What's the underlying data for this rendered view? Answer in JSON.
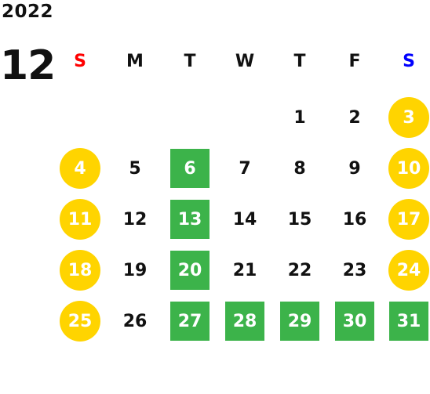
{
  "calendar": {
    "year": "2022",
    "month": "12",
    "weekdays": [
      {
        "label": "S",
        "color": "#ff0000"
      },
      {
        "label": "M",
        "color": "#111111"
      },
      {
        "label": "T",
        "color": "#111111"
      },
      {
        "label": "W",
        "color": "#111111"
      },
      {
        "label": "T",
        "color": "#111111"
      },
      {
        "label": "F",
        "color": "#111111"
      },
      {
        "label": "S",
        "color": "#0000ff"
      }
    ],
    "days": [
      {
        "day": "1",
        "type": "normal"
      },
      {
        "day": "2",
        "type": "normal"
      },
      {
        "day": "3",
        "type": "weekend"
      },
      {
        "day": "4",
        "type": "weekend"
      },
      {
        "day": "5",
        "type": "normal"
      },
      {
        "day": "6",
        "type": "closed"
      },
      {
        "day": "7",
        "type": "normal"
      },
      {
        "day": "8",
        "type": "normal"
      },
      {
        "day": "9",
        "type": "normal"
      },
      {
        "day": "10",
        "type": "weekend"
      },
      {
        "day": "11",
        "type": "weekend"
      },
      {
        "day": "12",
        "type": "normal"
      },
      {
        "day": "13",
        "type": "closed"
      },
      {
        "day": "14",
        "type": "normal"
      },
      {
        "day": "15",
        "type": "normal"
      },
      {
        "day": "16",
        "type": "normal"
      },
      {
        "day": "17",
        "type": "weekend"
      },
      {
        "day": "18",
        "type": "weekend"
      },
      {
        "day": "19",
        "type": "normal"
      },
      {
        "day": "20",
        "type": "closed"
      },
      {
        "day": "21",
        "type": "normal"
      },
      {
        "day": "22",
        "type": "normal"
      },
      {
        "day": "23",
        "type": "normal"
      },
      {
        "day": "24",
        "type": "weekend"
      },
      {
        "day": "25",
        "type": "weekend"
      },
      {
        "day": "26",
        "type": "normal"
      },
      {
        "day": "27",
        "type": "closed"
      },
      {
        "day": "28",
        "type": "closed"
      },
      {
        "day": "29",
        "type": "closed"
      },
      {
        "day": "30",
        "type": "closed"
      },
      {
        "day": "31",
        "type": "closed"
      }
    ],
    "colors": {
      "weekend_marker": "#ffd400",
      "closed_marker": "#3cb34a"
    }
  }
}
